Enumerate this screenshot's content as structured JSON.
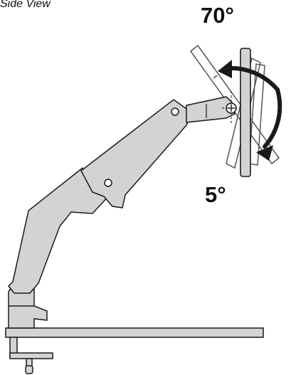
{
  "caption": "Side View",
  "tilt_up_label": "70°",
  "tilt_down_label": "5°",
  "colors": {
    "arm_fill": "#d3d3d3",
    "outline": "#1a1a1a",
    "ghost_outline": "#555555",
    "arrow": "#1a1a1a",
    "background": "#ffffff"
  }
}
